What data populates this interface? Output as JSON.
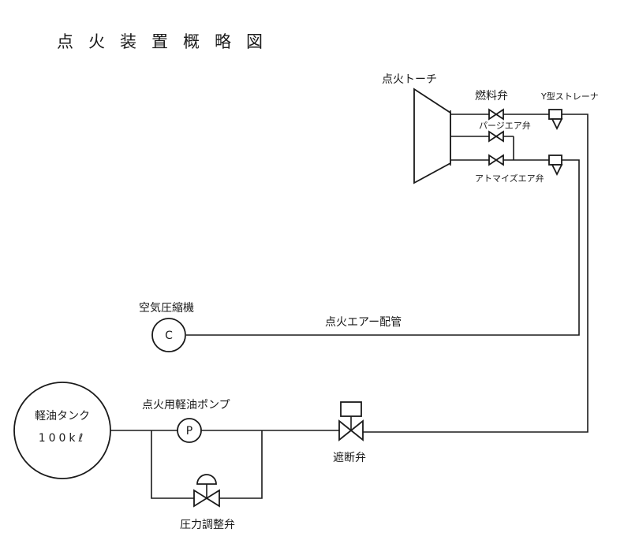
{
  "title": "点火装置概略図",
  "labels": {
    "torch": "点火トーチ",
    "fuel_valve": "燃料弁",
    "y_strainer": "Y型ストレーナ",
    "purge_valve": "パージエア弁",
    "atomize_valve": "アトマイズエア弁",
    "compressor": "空気圧縮機",
    "compressor_symbol": "C",
    "air_pipe": "点火エアー配管",
    "tank_name": "軽油タンク",
    "tank_capacity": "100kℓ",
    "pump": "点火用軽油ポンプ",
    "pump_symbol": "P",
    "shutoff_valve": "遮断弁",
    "pressure_valve": "圧力調整弁"
  }
}
